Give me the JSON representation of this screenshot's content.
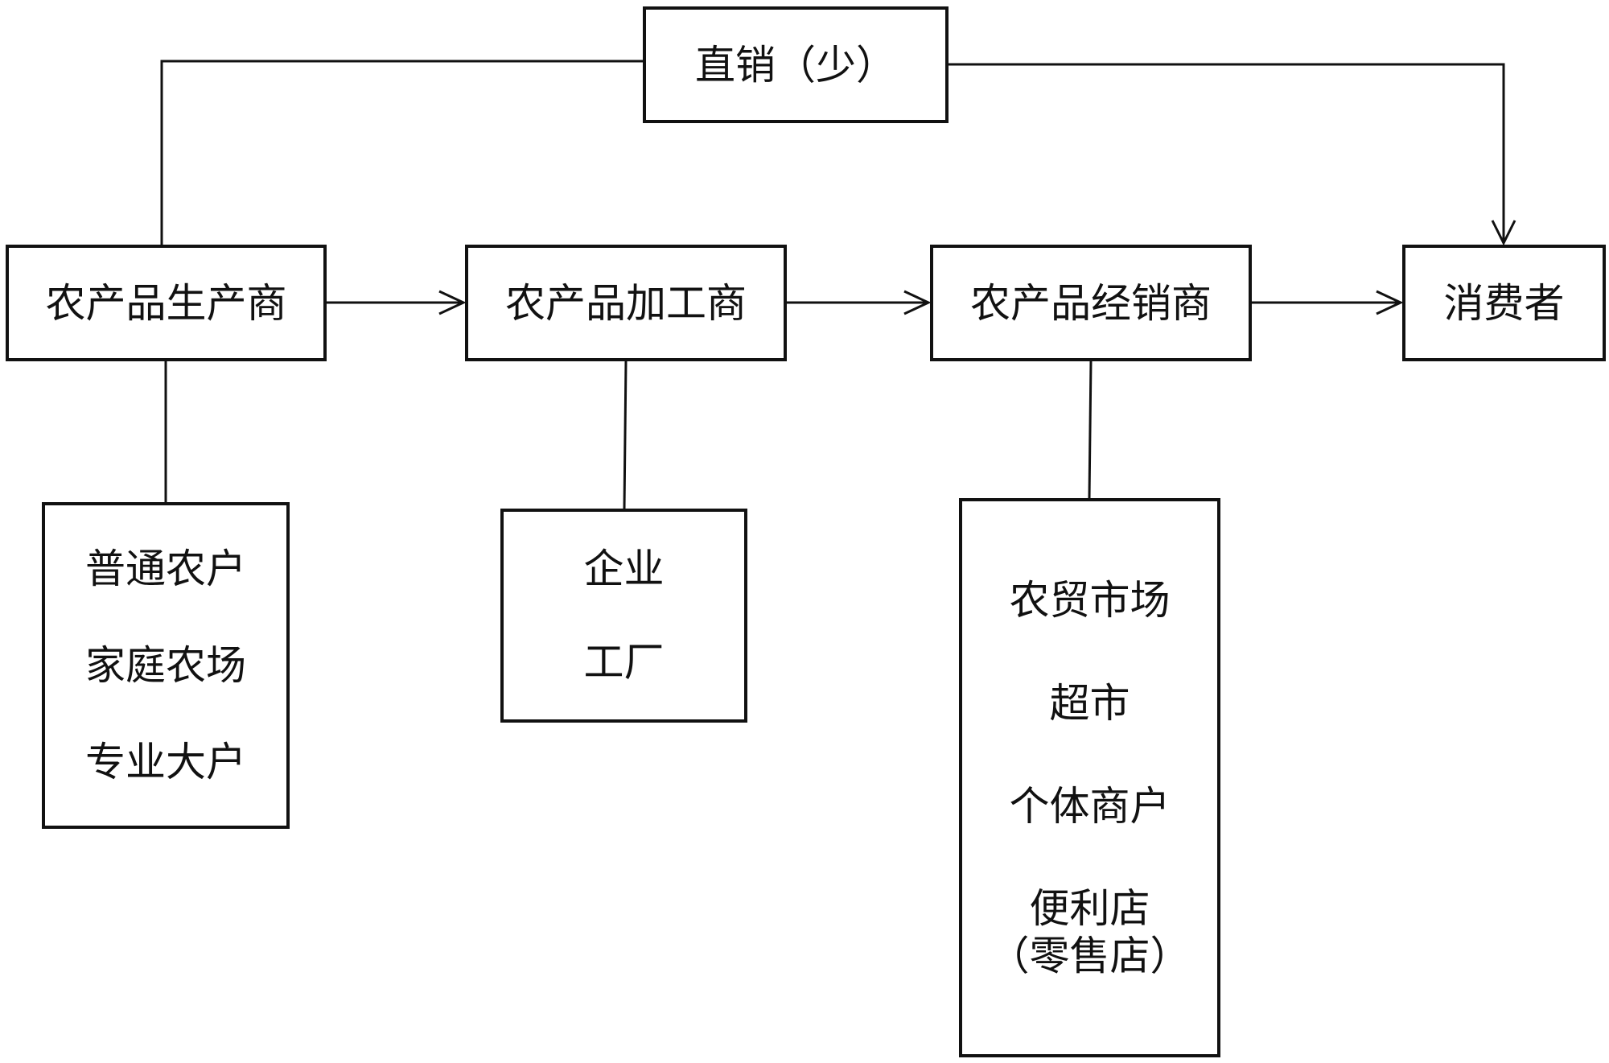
{
  "nodes": {
    "direct": "直销（少）",
    "producer": "农产品生产商",
    "processor": "农产品加工商",
    "dealer": "农产品经销商",
    "consumer": "消费者"
  },
  "producer_types": [
    "普通农户",
    "家庭农场",
    "专业大户"
  ],
  "processor_types": [
    "企业",
    "工厂"
  ],
  "dealer_types": [
    "农贸市场",
    "超市",
    "个体商户",
    "便利店\n（零售店）"
  ]
}
